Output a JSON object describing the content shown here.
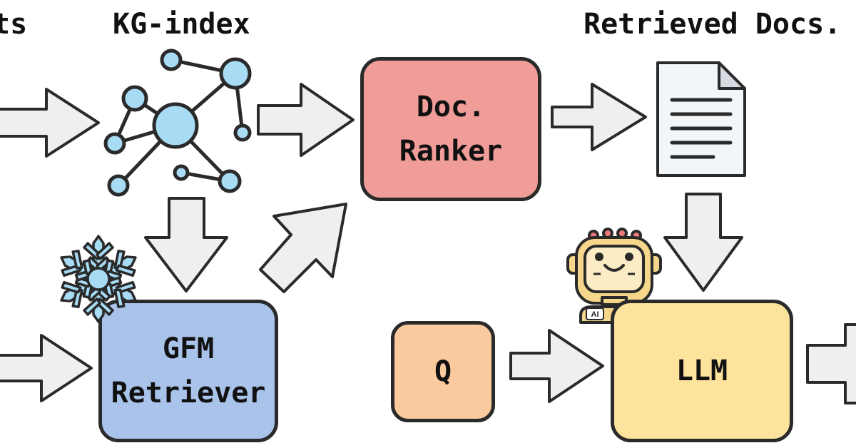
{
  "labels": {
    "left_cut": "ts",
    "kg_index": "KG-index",
    "retrieved_docs": "Retrieved Docs."
  },
  "boxes": {
    "doc_ranker": {
      "line1": "Doc.",
      "line2": "Ranker"
    },
    "gfm_retriever": {
      "line1": "GFM",
      "line2": "Retriever"
    },
    "question": "Q",
    "llm": "LLM"
  },
  "badges": {
    "robot_chip": "AI"
  },
  "colors": {
    "doc_ranker_fill": "#f09c98",
    "gfm_fill": "#a9c3ea",
    "question_fill": "#fbc99e",
    "llm_fill": "#fde39c",
    "arrow_fill": "#efefef",
    "node_fill": "#a8dcf5",
    "snowflake_fill": "#a8dcf5",
    "robot_fill": "#f6d68a",
    "outline": "#2a2a2a"
  },
  "icons": [
    "knowledge-graph-icon",
    "document-icon",
    "snowflake-icon",
    "robot-icon"
  ]
}
